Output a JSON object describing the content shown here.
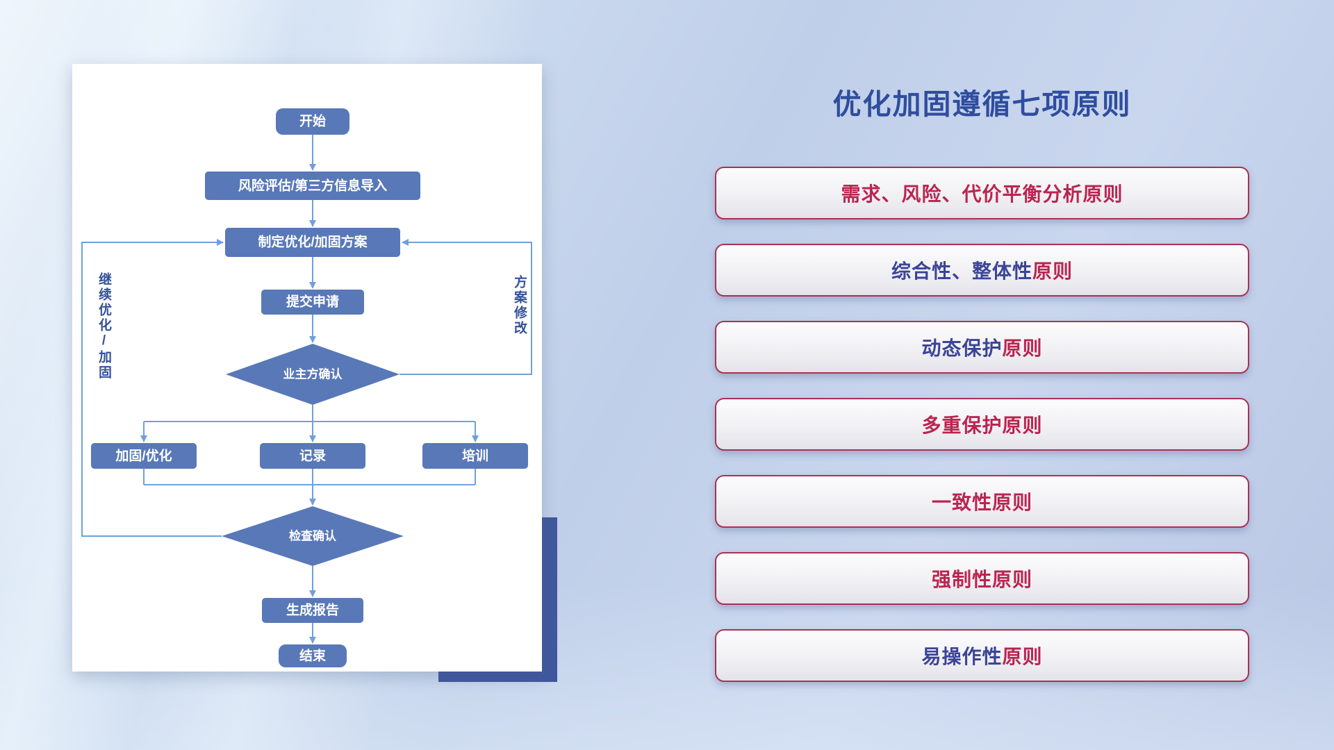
{
  "colors": {
    "title": "#2e4d9e",
    "node_fill": "#5878b8",
    "node_text": "#ffffff",
    "line": "#6fa0dc",
    "side_label": "#33519c",
    "button_border": "#a93152",
    "accent_rect": "#40589f",
    "text_red": "#bb2450",
    "text_blue": "#3c4496"
  },
  "flowchart": {
    "nodes": {
      "start": "开始",
      "risk_import": "风险评估/第三方信息导入",
      "make_plan": "制定优化/加固方案",
      "submit": "提交申请",
      "owner_confirm": "业主方确认",
      "reinforce": "加固/优化",
      "record": "记录",
      "training": "培训",
      "check_confirm": "检查确认",
      "report": "生成报告",
      "end": "结束"
    },
    "side_labels": {
      "left": "继续优化/加固",
      "right": "方案修改"
    }
  },
  "right_panel": {
    "title": "优化加固遵循七项原则",
    "principles": [
      {
        "parts": [
          {
            "text": "需求、风险、代价平衡分析原则",
            "color": "text_red"
          }
        ]
      },
      {
        "parts": [
          {
            "text": "综合性、整体性",
            "color": "text_blue"
          },
          {
            "text": "原则",
            "color": "text_red"
          }
        ]
      },
      {
        "parts": [
          {
            "text": "动态保护",
            "color": "text_blue"
          },
          {
            "text": "原则",
            "color": "text_red"
          }
        ]
      },
      {
        "parts": [
          {
            "text": "多重保护原则",
            "color": "text_red"
          }
        ]
      },
      {
        "parts": [
          {
            "text": "一致性原则",
            "color": "text_red"
          }
        ]
      },
      {
        "parts": [
          {
            "text": "强制性原则",
            "color": "text_red"
          }
        ]
      },
      {
        "parts": [
          {
            "text": "易操作性",
            "color": "text_blue"
          },
          {
            "text": "原则",
            "color": "text_red"
          }
        ]
      }
    ]
  }
}
